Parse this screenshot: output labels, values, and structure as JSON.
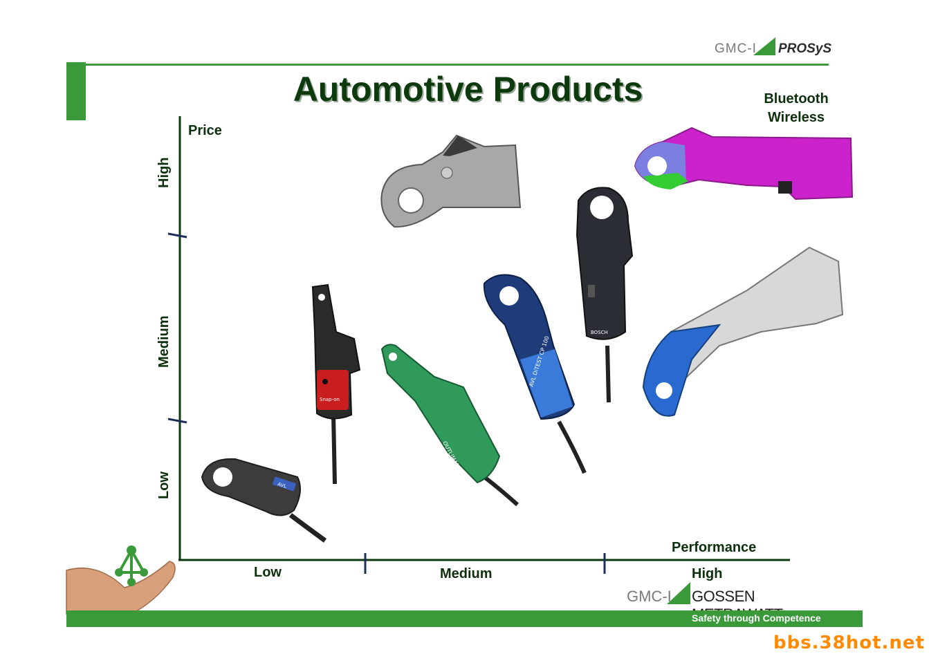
{
  "title": "Automotive Products",
  "header_logo": {
    "left": "GMC-I",
    "right": "PROSyS"
  },
  "footer_logo": {
    "left": "GMC-I",
    "right": "GOSSEN METRAWATT",
    "tagline": "Safety through Competence"
  },
  "axes": {
    "y_title": "Price",
    "x_title": "Performance",
    "y_levels": [
      "High",
      "Medium",
      "Low"
    ],
    "x_levels": [
      "Low",
      "Medium",
      "High"
    ]
  },
  "annotation": {
    "line1": "Bluetooth",
    "line2": "Wireless"
  },
  "watermark": "bbs.38hot.net",
  "colors": {
    "dark_green": "#0c3a0c",
    "brand_green": "#3a9a3a",
    "axis_tick": "#1a2f5a",
    "magenta": "#cc22cc",
    "watermark": "#ff8a00"
  },
  "products": [
    {
      "id": "avl-small-clamp",
      "device_label": "AVL"
    },
    {
      "id": "snapon-red-clamp",
      "device_label": "Snap-on"
    },
    {
      "id": "green-clamp",
      "device_label": "OUTLIMAN"
    },
    {
      "id": "avl-blue-clamp",
      "device_label": "AVL DiTEST CP 100"
    },
    {
      "id": "bosch-clamp",
      "device_label": "BOSCH"
    },
    {
      "id": "metal-clamp"
    },
    {
      "id": "bluetooth-clamp"
    },
    {
      "id": "white-blue-clamp"
    }
  ]
}
